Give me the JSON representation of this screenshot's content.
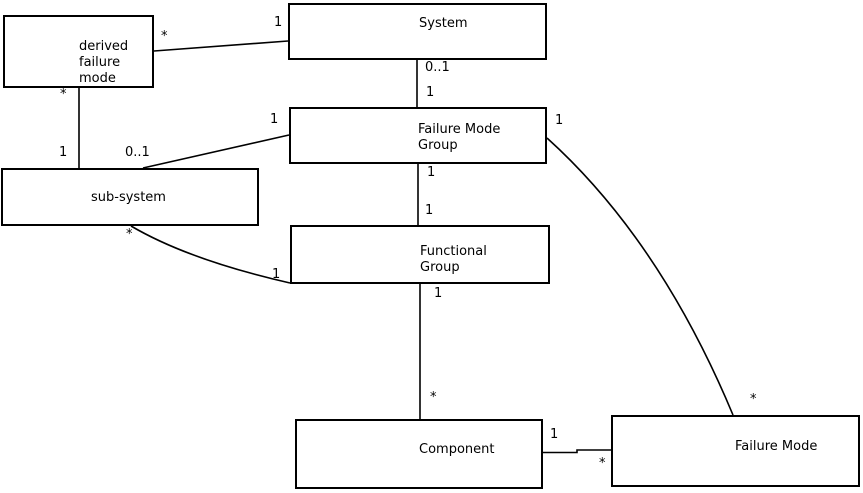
{
  "colors": {
    "background": "#ffffff",
    "box_fill": "#ffffff",
    "line": "#000000",
    "text": "#000000"
  },
  "boxes": {
    "derived_failure_mode": {
      "label": "derived failure mode",
      "lines": [
        "derived",
        "failure",
        "mode"
      ]
    },
    "system": {
      "label": "System",
      "lines": [
        "System"
      ]
    },
    "failure_mode_group": {
      "label": "Failure Mode Group",
      "lines": [
        "Failure Mode",
        "Group"
      ]
    },
    "sub_system": {
      "label": "sub-system",
      "lines": [
        "sub-system"
      ]
    },
    "functional_group": {
      "label": "Functional Group",
      "lines": [
        "Functional",
        "Group"
      ]
    },
    "component": {
      "label": "Component",
      "lines": [
        "Component"
      ]
    },
    "failure_mode": {
      "label": "Failure Mode",
      "lines": [
        "Failure Mode"
      ]
    }
  },
  "associations": [
    {
      "from": "derived failure mode",
      "to": "System",
      "from_mult": "*",
      "to_mult": "1"
    },
    {
      "from": "derived failure mode",
      "to": "sub-system",
      "from_mult": "*",
      "to_mult": "1"
    },
    {
      "from": "System",
      "to": "Failure Mode Group",
      "from_mult": "0..1",
      "to_mult": "1"
    },
    {
      "from": "Failure Mode Group",
      "to": "sub-system",
      "from_mult": "1",
      "to_mult": "0..1"
    },
    {
      "from": "Failure Mode Group",
      "to": "Functional Group",
      "from_mult": "1",
      "to_mult": "1"
    },
    {
      "from": "sub-system",
      "to": "Functional Group",
      "from_mult": "*",
      "to_mult": "1"
    },
    {
      "from": "Functional Group",
      "to": "Component",
      "from_mult": "1",
      "to_mult": "*"
    },
    {
      "from": "Component",
      "to": "Failure Mode",
      "from_mult": "1",
      "to_mult": "*"
    },
    {
      "from": "Failure Mode Group",
      "to": "Failure Mode",
      "from_mult": "1",
      "to_mult": "*"
    }
  ]
}
